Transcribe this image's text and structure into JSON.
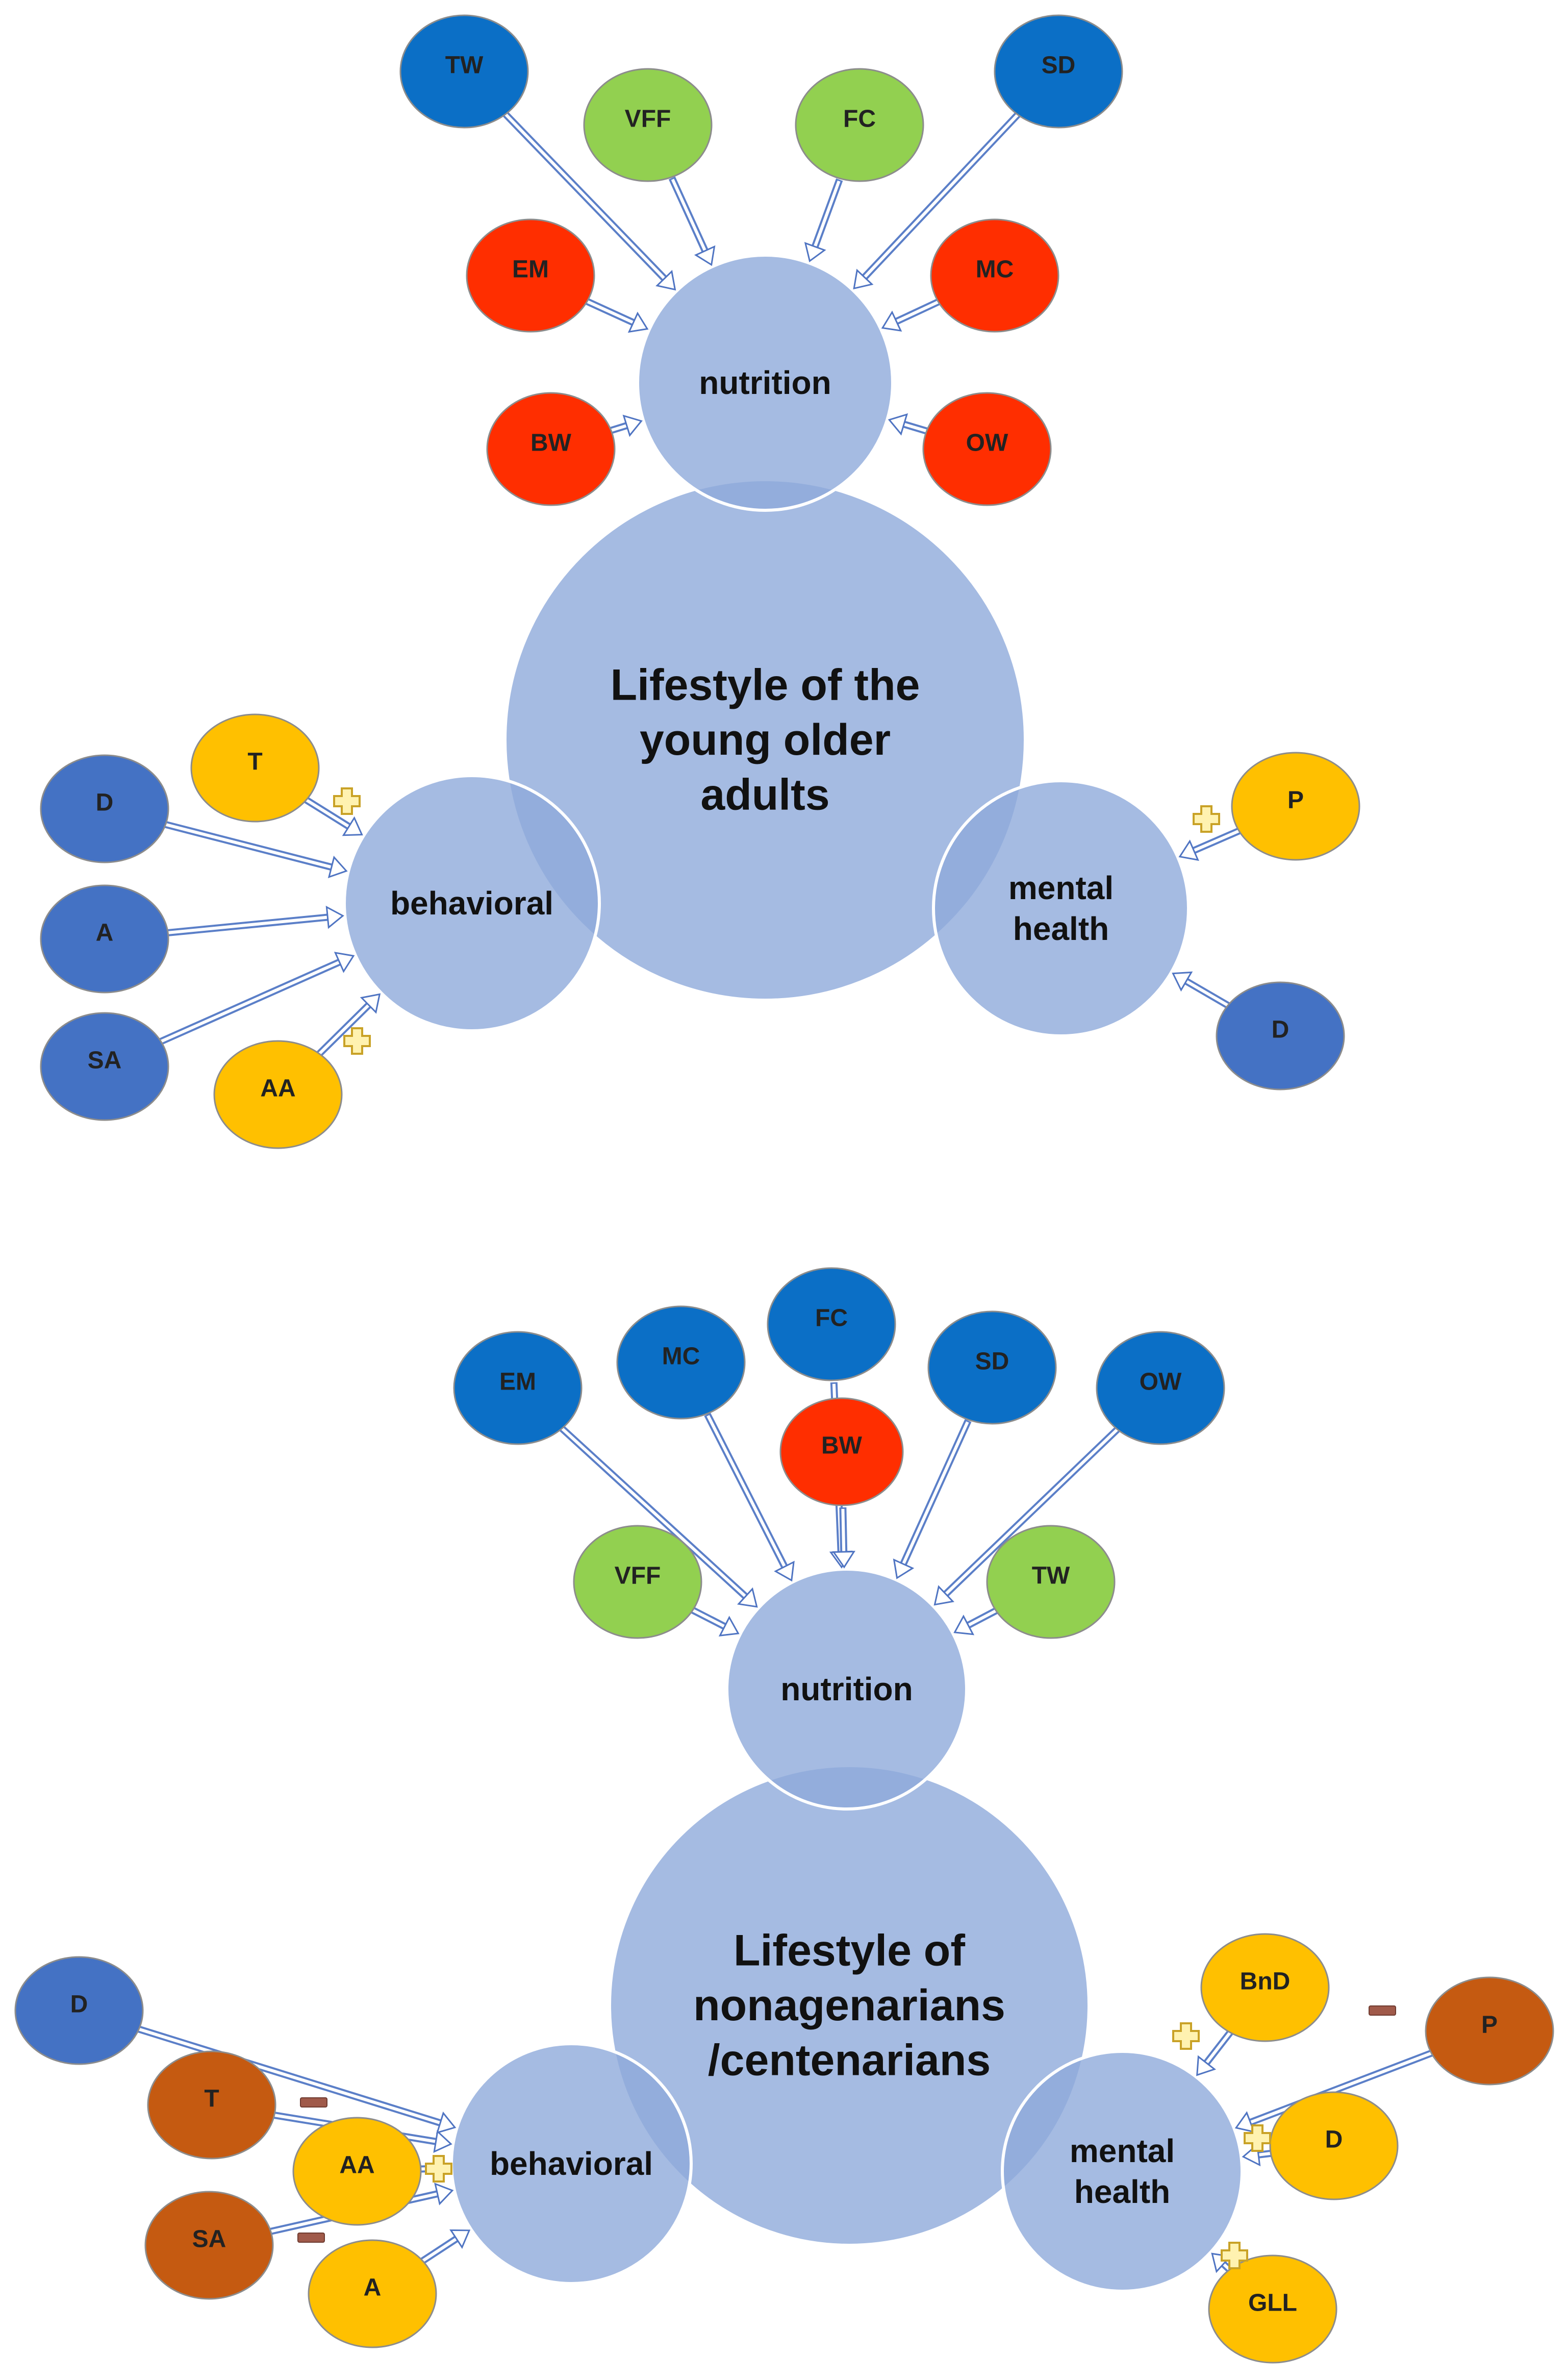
{
  "colors": {
    "hub": "#8eaadb",
    "blue": "#4472c4",
    "dark_blue": "#0b6fc6",
    "green": "#92d050",
    "red": "#ff2e00",
    "yellow": "#ffc000",
    "brown": "#c55a11"
  },
  "diagrams": [
    {
      "main": {
        "lines": [
          "Lifestyle of the",
          "young older",
          "adults"
        ]
      },
      "hubs": {
        "nutrition": {
          "lines": [
            "nutrition"
          ]
        },
        "behavioral": {
          "lines": [
            "behavioral"
          ]
        },
        "mental": {
          "lines": [
            "mental",
            "health"
          ]
        }
      },
      "nodes": [
        {
          "label": "TW",
          "color": "dark_blue",
          "target": "nutrition",
          "sign": ""
        },
        {
          "label": "VFF",
          "color": "green",
          "target": "nutrition",
          "sign": ""
        },
        {
          "label": "FC",
          "color": "green",
          "target": "nutrition",
          "sign": ""
        },
        {
          "label": "SD",
          "color": "dark_blue",
          "target": "nutrition",
          "sign": ""
        },
        {
          "label": "EM",
          "color": "red",
          "target": "nutrition",
          "sign": ""
        },
        {
          "label": "MC",
          "color": "red",
          "target": "nutrition",
          "sign": ""
        },
        {
          "label": "BW",
          "color": "red",
          "target": "nutrition",
          "sign": ""
        },
        {
          "label": "OW",
          "color": "red",
          "target": "nutrition",
          "sign": ""
        },
        {
          "label": "T",
          "color": "yellow",
          "target": "behavioral",
          "sign": "+"
        },
        {
          "label": "D",
          "color": "blue",
          "target": "behavioral",
          "sign": ""
        },
        {
          "label": "A",
          "color": "blue",
          "target": "behavioral",
          "sign": ""
        },
        {
          "label": "SA",
          "color": "blue",
          "target": "behavioral",
          "sign": ""
        },
        {
          "label": "AA",
          "color": "yellow",
          "target": "behavioral",
          "sign": "+"
        },
        {
          "label": "P",
          "color": "yellow",
          "target": "mental",
          "sign": "+"
        },
        {
          "label": "D",
          "color": "blue",
          "target": "mental",
          "sign": ""
        }
      ]
    },
    {
      "main": {
        "lines": [
          "Lifestyle of",
          "nonagenarians",
          "/centenarians"
        ]
      },
      "hubs": {
        "nutrition": {
          "lines": [
            "nutrition"
          ]
        },
        "behavioral": {
          "lines": [
            "behavioral"
          ]
        },
        "mental": {
          "lines": [
            "mental",
            "health"
          ]
        }
      },
      "nodes": [
        {
          "label": "EM",
          "color": "dark_blue",
          "target": "nutrition",
          "sign": ""
        },
        {
          "label": "MC",
          "color": "dark_blue",
          "target": "nutrition",
          "sign": ""
        },
        {
          "label": "FC",
          "color": "dark_blue",
          "target": "nutrition",
          "sign": ""
        },
        {
          "label": "SD",
          "color": "dark_blue",
          "target": "nutrition",
          "sign": ""
        },
        {
          "label": "OW",
          "color": "dark_blue",
          "target": "nutrition",
          "sign": ""
        },
        {
          "label": "BW",
          "color": "red",
          "target": "nutrition",
          "sign": ""
        },
        {
          "label": "VFF",
          "color": "green",
          "target": "nutrition",
          "sign": ""
        },
        {
          "label": "TW",
          "color": "green",
          "target": "nutrition",
          "sign": ""
        },
        {
          "label": "D",
          "color": "blue",
          "target": "behavioral",
          "sign": ""
        },
        {
          "label": "T",
          "color": "brown",
          "target": "behavioral",
          "sign": "-"
        },
        {
          "label": "AA",
          "color": "yellow",
          "target": "behavioral",
          "sign": "+"
        },
        {
          "label": "SA",
          "color": "brown",
          "target": "behavioral",
          "sign": "-"
        },
        {
          "label": "A",
          "color": "yellow",
          "target": "behavioral",
          "sign": ""
        },
        {
          "label": "BnD",
          "color": "yellow",
          "target": "mental",
          "sign": "+"
        },
        {
          "label": "P",
          "color": "brown",
          "target": "mental",
          "sign": "-"
        },
        {
          "label": "D",
          "color": "yellow",
          "target": "mental",
          "sign": "+"
        },
        {
          "label": "GLL",
          "color": "yellow",
          "target": "mental",
          "sign": "+"
        }
      ]
    }
  ]
}
